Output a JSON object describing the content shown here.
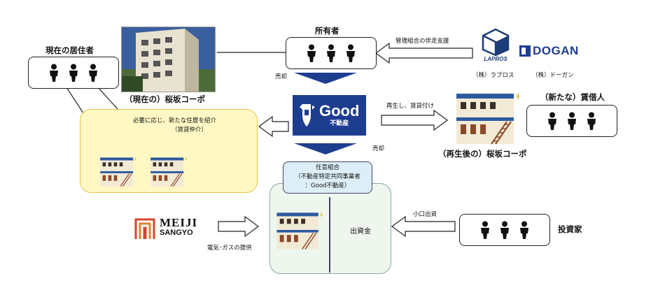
{
  "owner": {
    "label": "所有者",
    "people": 3
  },
  "current_residents": {
    "label": "現在の居住者",
    "people": 3
  },
  "new_tenants": {
    "label": "（新たな）賃借人",
    "people": 3
  },
  "investors": {
    "label": "投資家",
    "people": 3
  },
  "building_current_caption": "（現在の）桜坂コーポ",
  "building_renovated_caption": "（再生後の）桜坂コーポ",
  "arrows": {
    "support": "管理組合の伴走支援",
    "sale_top": "売却",
    "sale_bottom": "売却",
    "revive": "再生し、賃貸付け",
    "relocation_line1": "必要に応じ、新たな住居を紹介",
    "relocation_line2": "（賃貸仲介）",
    "small_investment": "小口出資",
    "utilities": "電気･ガスの提供"
  },
  "good": {
    "logo_text": "Good",
    "sub": "不動産",
    "color": "#1d3d8f"
  },
  "companies": {
    "lapros_logo": "LAPROS",
    "lapros_caption": "（株）ラプロス",
    "dogan_logo": "DOGAN",
    "dogan_caption": "（株）ドーガン",
    "meiji_line1": "MEIJI",
    "meiji_line2": "SANGYO"
  },
  "union": {
    "line1": "任意組合",
    "line2": "（不動産特定共同事業者",
    "line3": "：Good不動産）",
    "capital": "出資金"
  },
  "colors": {
    "navy": "#1d3d8f",
    "yellow_fill": "#fff8c4",
    "yellow_border": "#e8c24a",
    "union_fill": "#eef6ee",
    "union_header": "#dceef8",
    "meiji_red": "#d8452b"
  },
  "icons": [
    "person-icon",
    "shield-good-icon",
    "sparkle-icon",
    "cube-logo-icon",
    "dogan-square-icon",
    "meiji-stripes-icon"
  ]
}
